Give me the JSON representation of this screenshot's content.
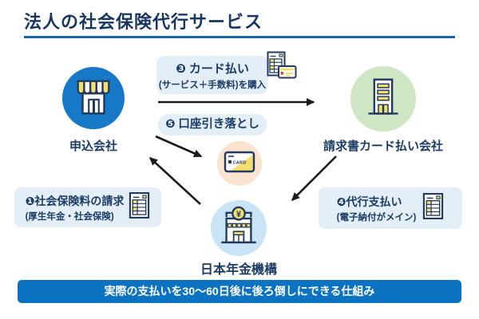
{
  "title": "法人の社会保険代行サービス",
  "colors": {
    "accent_blue": "#0c72c2",
    "navy_text": "#1b3c64",
    "title_underline": "#1566ad",
    "applicant_circle": "#1878c8",
    "card_company_circle": "#cfe7c5",
    "pension_circle": "#c9e4f6",
    "card_circle": "#fbe3d2",
    "step_box_bg": "#e3eef6",
    "icon_yellow": "#f3dd6d",
    "icon_outline": "#223a5e",
    "arrow_black": "#1b1b1b"
  },
  "entities": {
    "applicant": {
      "label": "申込会社",
      "icon": "storefront-icon"
    },
    "card_payment_company": {
      "label": "請求書カード払い会社",
      "icon": "office-building-icon"
    },
    "pension_service": {
      "label": "日本年金機構",
      "icon": "bank-icon",
      "icon_symbol": "¥"
    },
    "credit_card": {
      "icon": "credit-card-icon",
      "text": "CARD"
    }
  },
  "steps": {
    "step1": {
      "label": "❶社会保険料の請求",
      "sub": "(厚生年金・社会保険)",
      "icon": "invoice-icon"
    },
    "step3": {
      "label": "❸ カード払い",
      "sub": "(サービス＋手数料)を購入",
      "icon": "invoice-card-icon"
    },
    "step4": {
      "label": "❹代行支払い",
      "sub": "(電子納付がメイン)",
      "icon": "invoice-icon"
    },
    "step5": {
      "label": "❺ 口座引き落とし"
    }
  },
  "footer": {
    "text": "実際の支払いを30〜60日後に後ろ倒しにできる仕組み"
  }
}
